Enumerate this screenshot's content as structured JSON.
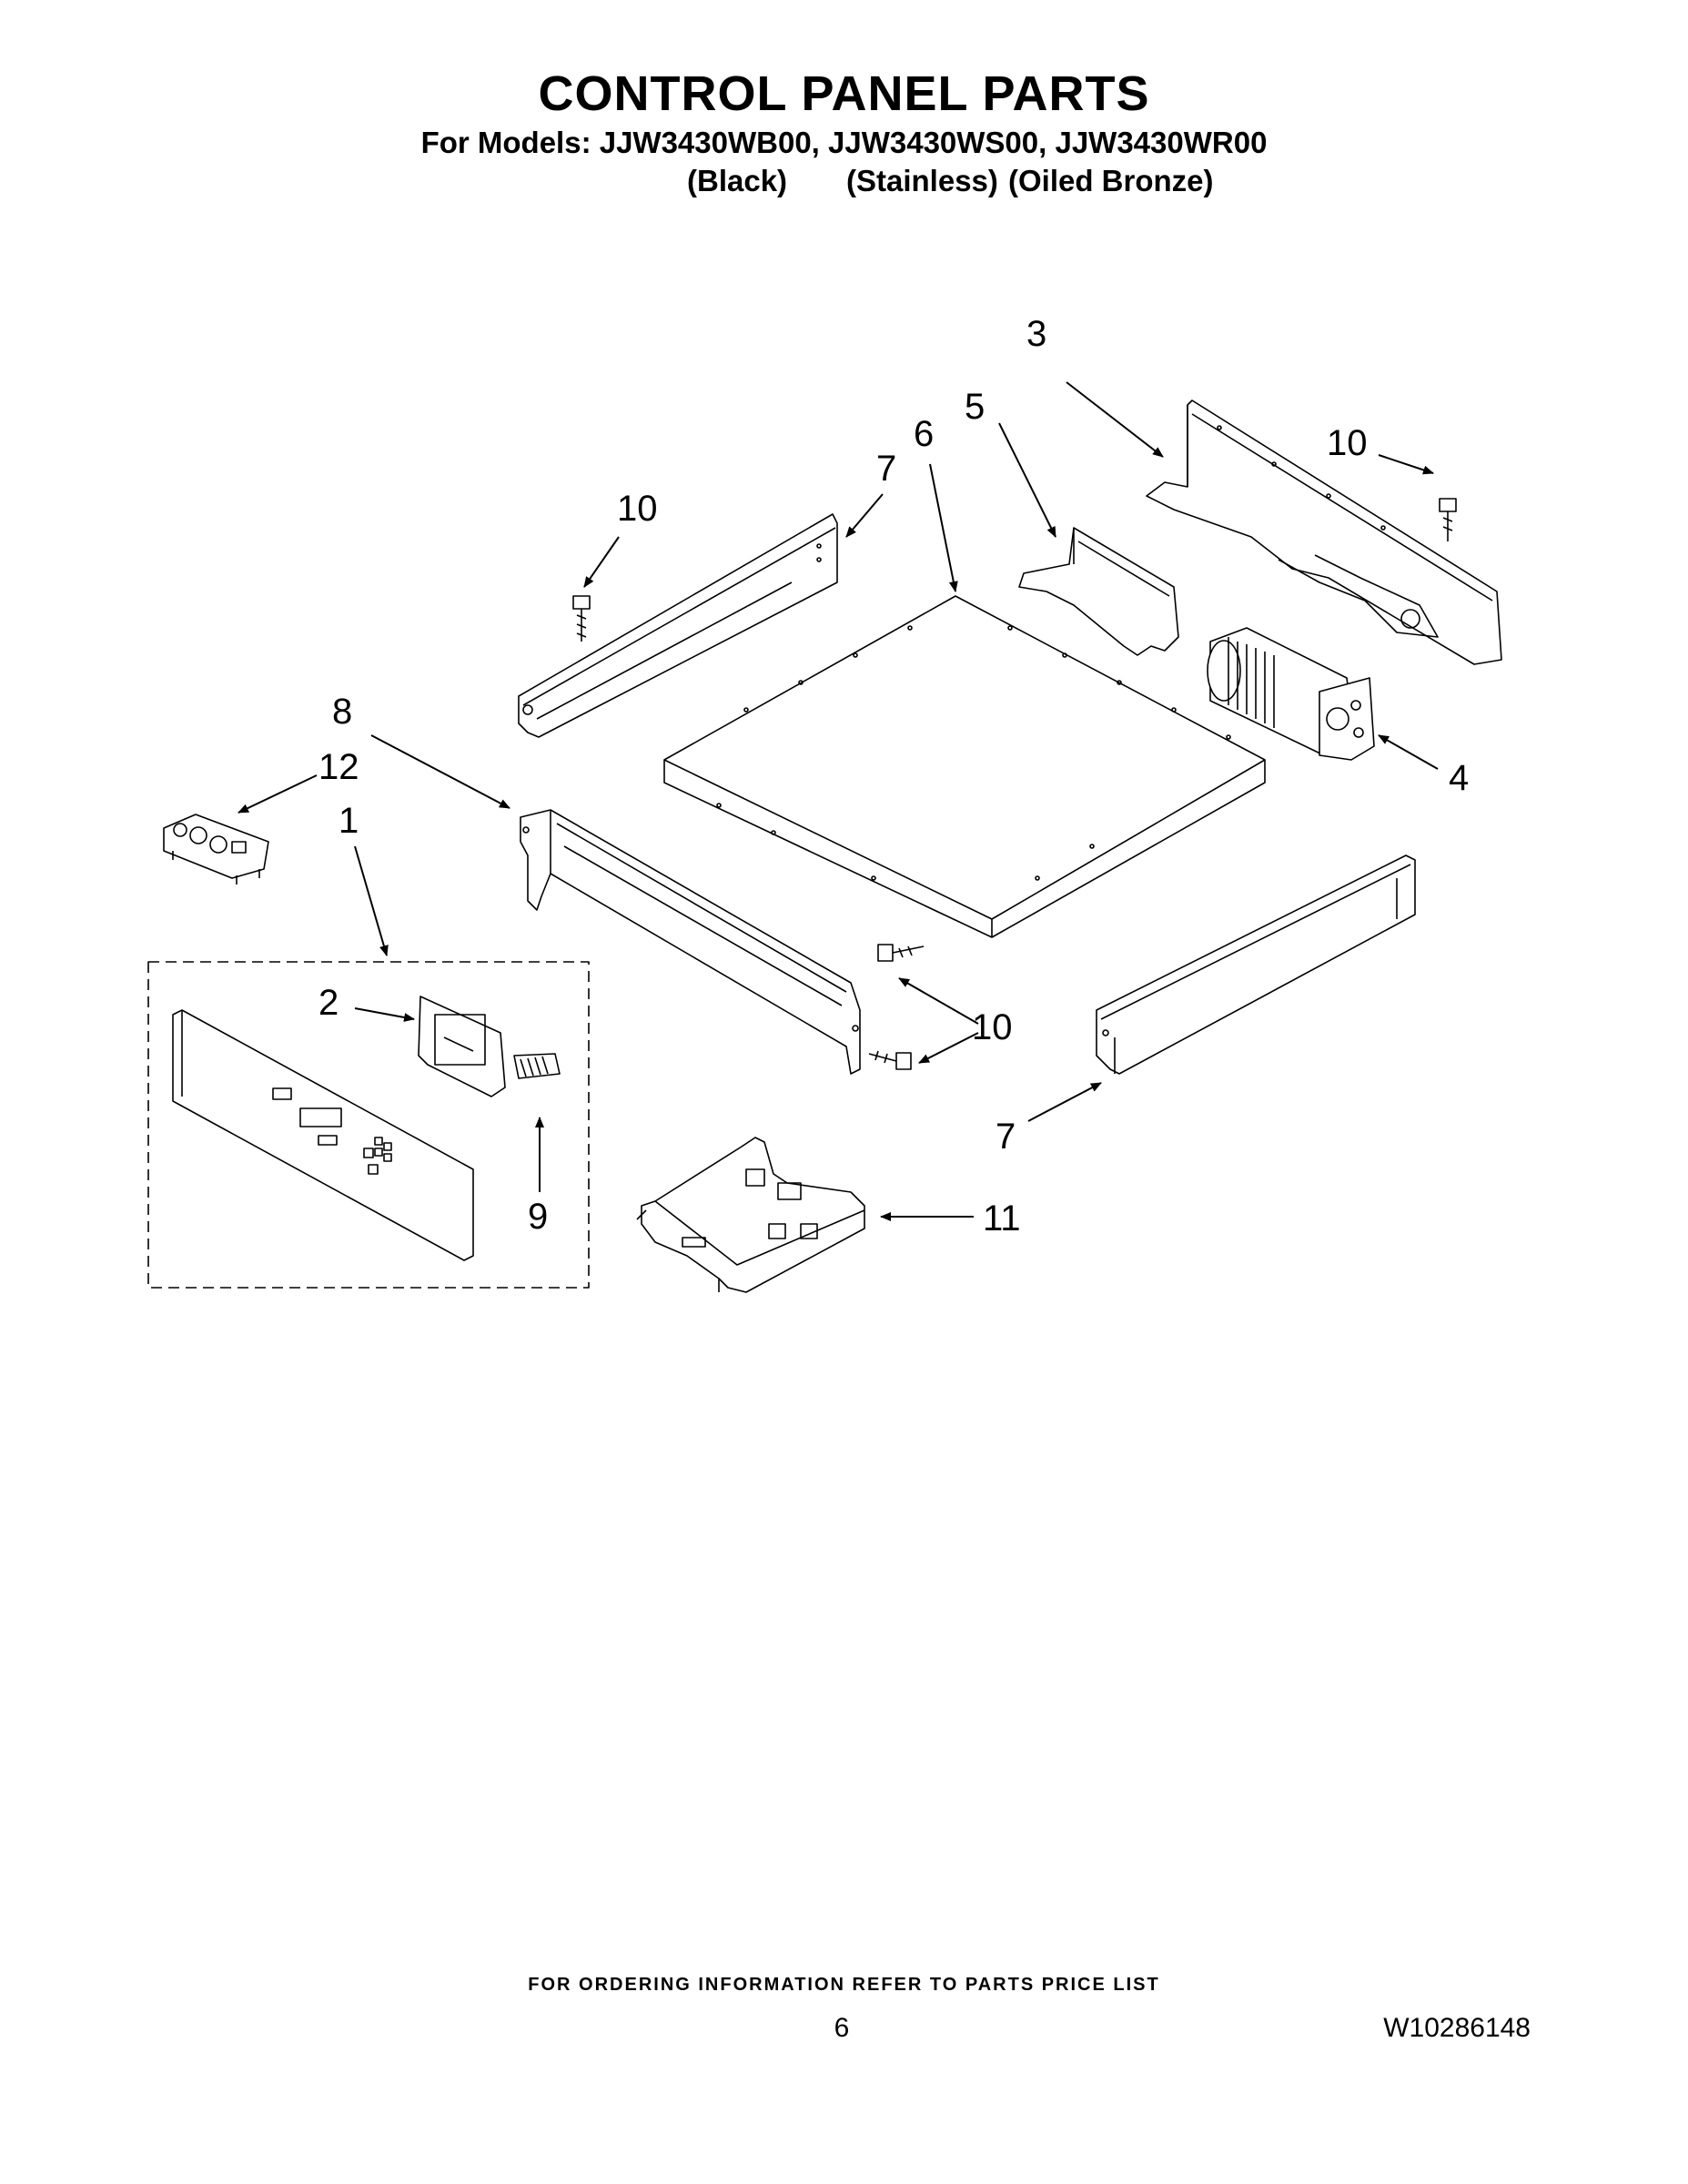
{
  "header": {
    "title": "CONTROL PANEL PARTS",
    "models_line": "For Models: JJW3430WB00, JJW3430WS00, JJW3430WR00",
    "variants": [
      "(Black)",
      "(Stainless)",
      "(Oiled Bronze)"
    ]
  },
  "callouts": {
    "c1": "1",
    "c2": "2",
    "c3": "3",
    "c4": "4",
    "c5": "5",
    "c6": "6",
    "c7a": "7",
    "c7b": "7",
    "c8": "8",
    "c9": "9",
    "c10a": "10",
    "c10b": "10",
    "c10c": "10",
    "c11": "11",
    "c12": "12"
  },
  "footer": {
    "ordering_note": "FOR ORDERING INFORMATION REFER TO PARTS PRICE LIST",
    "page_number": "6",
    "document_number": "W10286148"
  }
}
